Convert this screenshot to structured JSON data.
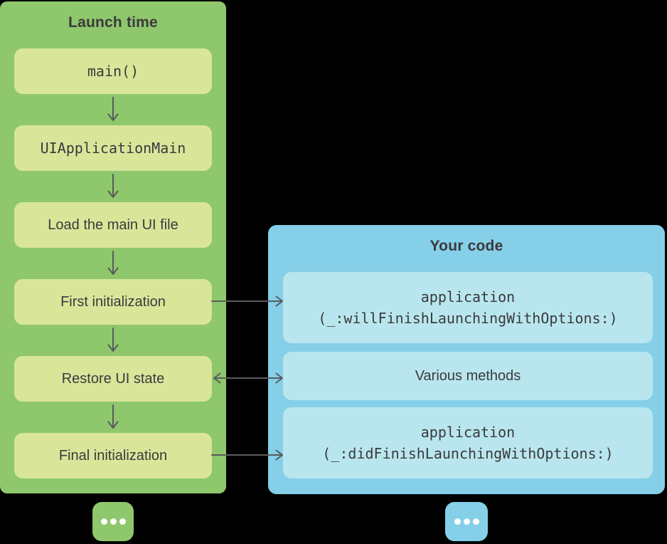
{
  "canvas": {
    "background": "#000000"
  },
  "colors": {
    "green_panel": "#8FC76C",
    "green_box": "#D9E69A",
    "blue_panel": "#85CFE8",
    "blue_box": "#B9E6EE",
    "text": "#3A3A3C",
    "arrow": "#5A5A5C",
    "dots": "#FFFFFF"
  },
  "launch_panel": {
    "title": "Launch time",
    "steps": [
      {
        "label": "main()"
      },
      {
        "label": "UIApplicationMain"
      },
      {
        "label": "Load the main UI file"
      },
      {
        "label": "First initialization"
      },
      {
        "label": "Restore UI state"
      },
      {
        "label": "Final initialization"
      }
    ]
  },
  "code_panel": {
    "title": "Your code",
    "methods": [
      {
        "line1": "application",
        "line2": "(_:willFinishLaunchingWithOptions:)"
      },
      {
        "label": "Various methods"
      },
      {
        "line1": "application",
        "line2": "(_:didFinishLaunchingWithOptions:)"
      }
    ]
  },
  "more_indicators": {
    "green_icon": "ellipsis-icon",
    "blue_icon": "ellipsis-icon"
  }
}
